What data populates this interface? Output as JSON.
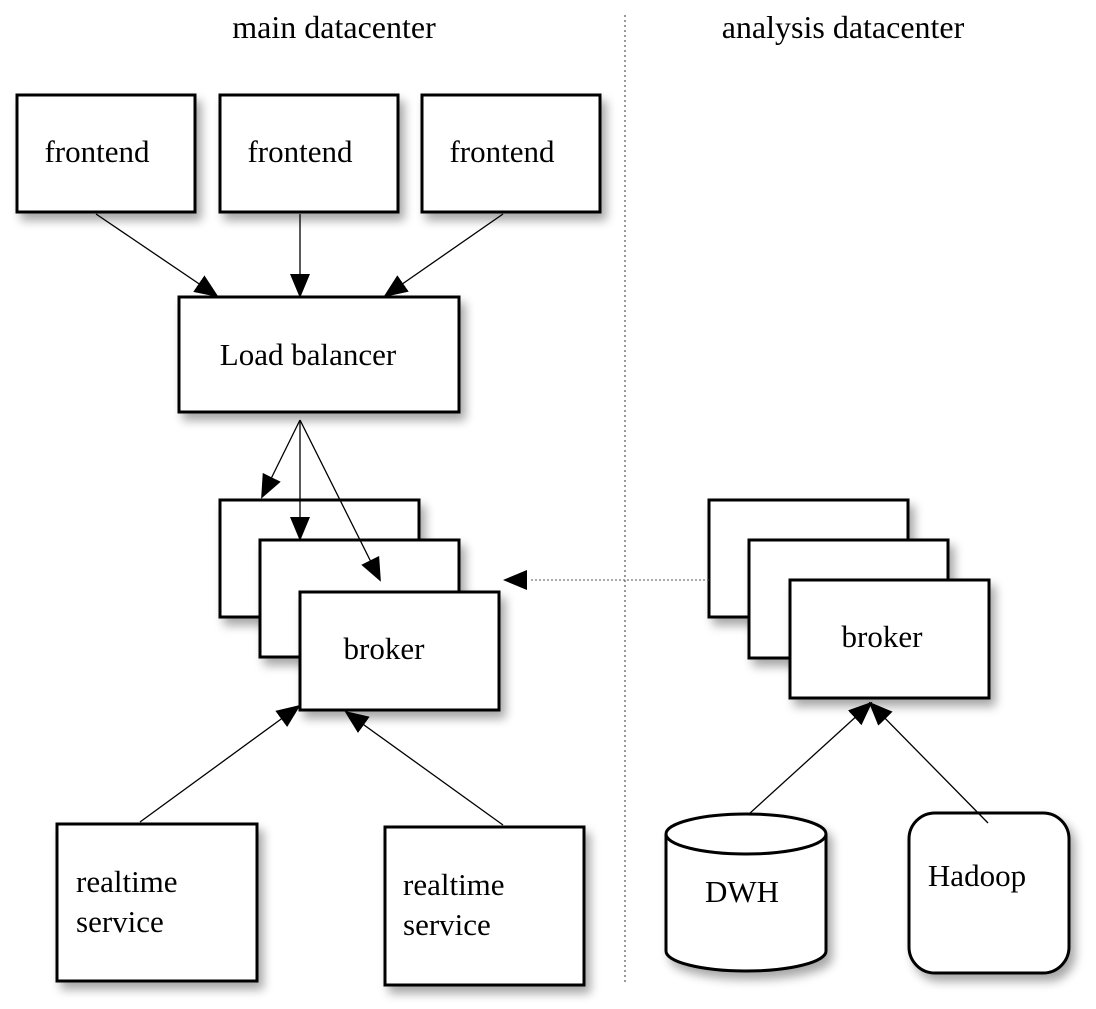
{
  "regions": {
    "main_title": "main datacenter",
    "analysis_title": "analysis datacenter"
  },
  "main": {
    "frontends": [
      "frontend",
      "frontend",
      "frontend"
    ],
    "load_balancer": "Load balancer",
    "broker": "broker",
    "realtime_services": [
      [
        "realtime",
        "service"
      ],
      [
        "realtime",
        "service"
      ]
    ]
  },
  "analysis": {
    "broker": "broker",
    "dwh": "DWH",
    "hadoop": "Hadoop"
  },
  "colors": {
    "stroke": "#000000",
    "fill": "#ffffff",
    "divider": "#555555"
  }
}
